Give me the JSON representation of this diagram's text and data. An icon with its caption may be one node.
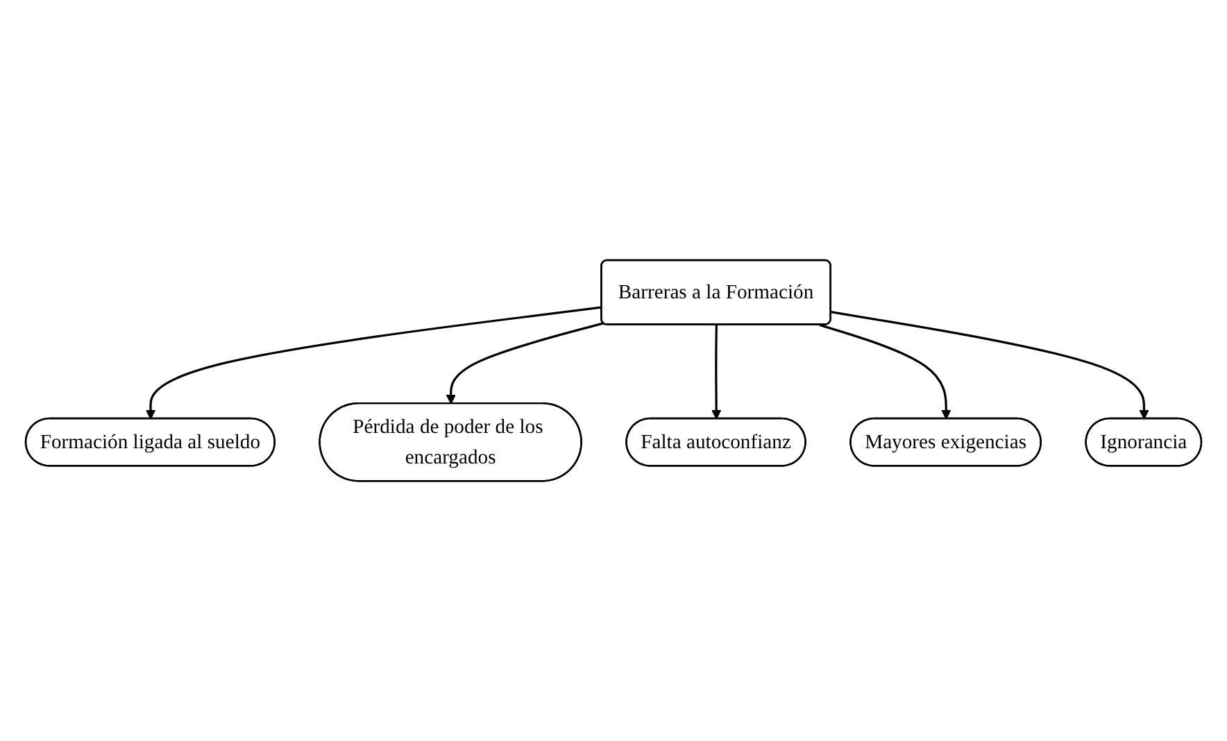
{
  "diagram": {
    "nodes": [
      {
        "text": [
          "Formación ligada al sueldo"
        ]
      },
      {
        "text": [
          "Pérdida de poder de los encargados"
        ]
      },
      {
        "text": [
          "Barreras a la Formación"
        ]
      },
      {
        "text": [
          "Falta autoconfianz"
        ]
      },
      {
        "text": [
          "Mayores exigencias"
        ]
      },
      {
        "text": [
          "Ignorancia"
        ]
      }
    ],
    "edges": [
      {
        "from": 2,
        "to": 0,
        "arrow": "to"
      },
      {
        "from": 2,
        "to": 1,
        "arrow": "to"
      },
      {
        "from": 2,
        "to": 3,
        "arrow": "to"
      },
      {
        "from": 2,
        "to": 4,
        "arrow": "to"
      },
      {
        "from": 2,
        "to": 5,
        "arrow": "to"
      }
    ]
  }
}
